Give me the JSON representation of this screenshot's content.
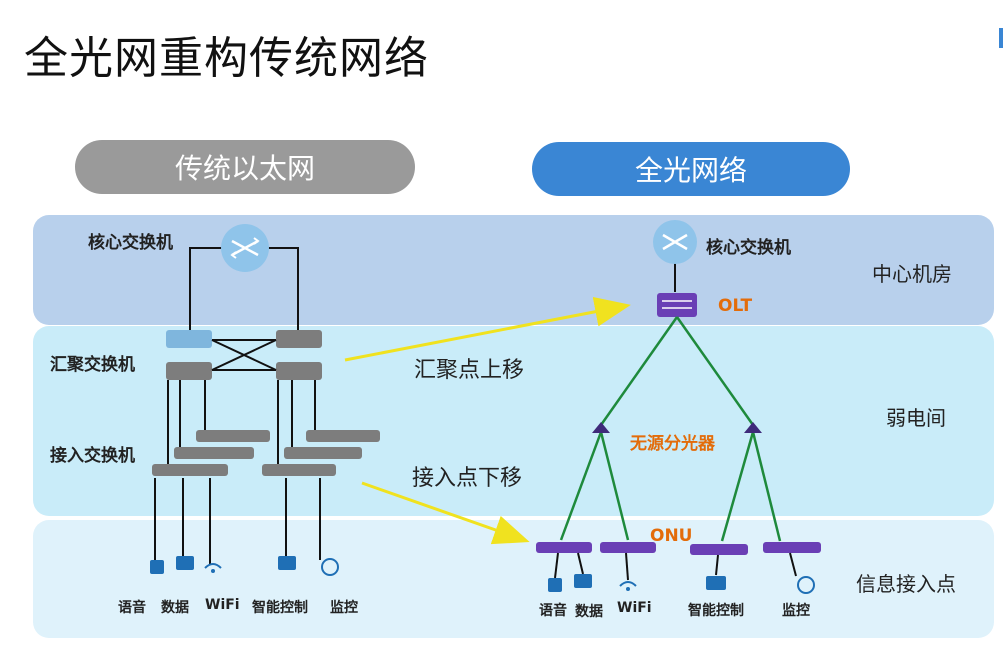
{
  "title": "全光网重构传统网络",
  "left_header": "传统以太网",
  "right_header": "全光网络",
  "zones": {
    "center": "中心机房",
    "weak": "弱电间",
    "access_point": "信息接入点"
  },
  "left": {
    "core_switch": "核心交换机",
    "aggregation_switch": "汇聚交换机",
    "access_switch": "接入交换机",
    "devices": [
      "语音",
      "数据",
      "WiFi",
      "智能控制",
      "监控"
    ]
  },
  "right": {
    "core_switch": "核心交换机",
    "olt": "OLT",
    "splitter": "无源分光器",
    "onu": "ONU",
    "devices": [
      "语音",
      "数据",
      "WiFi",
      "智能控制",
      "监控"
    ]
  },
  "arrows": {
    "up": "汇聚点上移",
    "down": "接入点下移"
  },
  "colors": {
    "gray_pill": "#9a9a9a",
    "blue_pill": "#3a86d4",
    "fiber": "#1e8a3c",
    "arrow": "#f0e21f",
    "device_purple": "#6a3fb5",
    "highlight_orange": "#e36c0a"
  }
}
